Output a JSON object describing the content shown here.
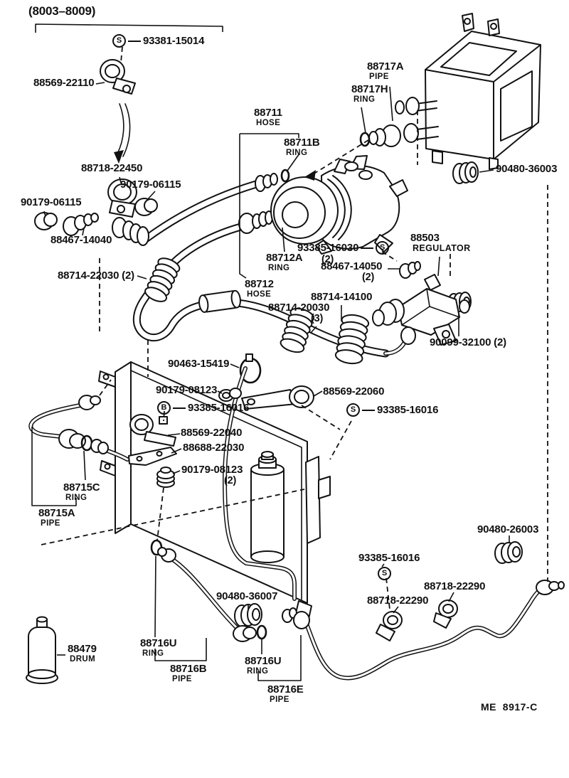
{
  "meta": {
    "header_range": "(8003–8009)",
    "footer_code": "ME  8917-C"
  },
  "labels": {
    "s93381": {
      "sym": "S",
      "text": "93381-15014"
    },
    "p88569_22110": {
      "text": "88569-22110"
    },
    "p88717a": {
      "text": "88717A",
      "sub": "PIPE"
    },
    "p88717h": {
      "text": "88717H",
      "sub": "RING"
    },
    "p90480_36003": {
      "text": "90480-36003"
    },
    "p88711": {
      "text": "88711",
      "sub": "HOSE"
    },
    "p88711b": {
      "text": "88711B",
      "sub": "RING"
    },
    "p88718_22450": {
      "text": "88718-22450"
    },
    "p90179_06115r": {
      "text": "90179-06115"
    },
    "p90179_06115l": {
      "text": "90179-06115"
    },
    "p88467_14040": {
      "text": "88467-14040"
    },
    "p93385_16030": {
      "text": "93385-16030",
      "qty": "(2)",
      "sym": "S"
    },
    "p88712a": {
      "text": "88712A",
      "sub": "RING"
    },
    "p88467_14050": {
      "text": "88467-14050",
      "qty": "(2)"
    },
    "p88503": {
      "text": "88503",
      "sub": "REGULATOR"
    },
    "p88714_22030": {
      "text": "88714-22030 (2)"
    },
    "p88712": {
      "text": "88712",
      "sub": "HOSE"
    },
    "p88714_14100": {
      "text": "88714-14100"
    },
    "p88714_20030": {
      "text": "88714-20030",
      "qty": "(3)"
    },
    "p90099_32100": {
      "text": "90099-32100 (2)"
    },
    "p90463_15419": {
      "text": "90463-15419"
    },
    "p90179_08123a": {
      "text": "90179-08123"
    },
    "p88569_22060": {
      "text": "88569-22060"
    },
    "p93385_16016b": {
      "sym": "B",
      "text": "93385-16016"
    },
    "p93385_16016s": {
      "sym": "S",
      "text": "93385-16016"
    },
    "p88569_22040": {
      "text": "88569-22040"
    },
    "p88688_22030": {
      "text": "88688-22030"
    },
    "p90179_08123b": {
      "text": "90179-08123",
      "qty": "(2)"
    },
    "p88715c": {
      "text": "88715C",
      "sub": "RING"
    },
    "p88715a": {
      "text": "88715A",
      "sub": "PIPE"
    },
    "p90480_26003": {
      "text": "90480-26003"
    },
    "p93385_16016s2": {
      "text": "93385-16016",
      "sym": "S"
    },
    "p88718_22290r": {
      "text": "88718-22290"
    },
    "p88718_22290l": {
      "text": "88718-22290"
    },
    "p90480_36007": {
      "text": "90480-36007"
    },
    "p88479": {
      "text": "88479",
      "sub": "DRUM"
    },
    "p88716ul": {
      "text": "88716U",
      "sub": "RING"
    },
    "p88716b": {
      "text": "88716B",
      "sub": "PIPE"
    },
    "p88716ur": {
      "text": "88716U",
      "sub": "RING"
    },
    "p88716e": {
      "text": "88716E",
      "sub": "PIPE"
    }
  }
}
